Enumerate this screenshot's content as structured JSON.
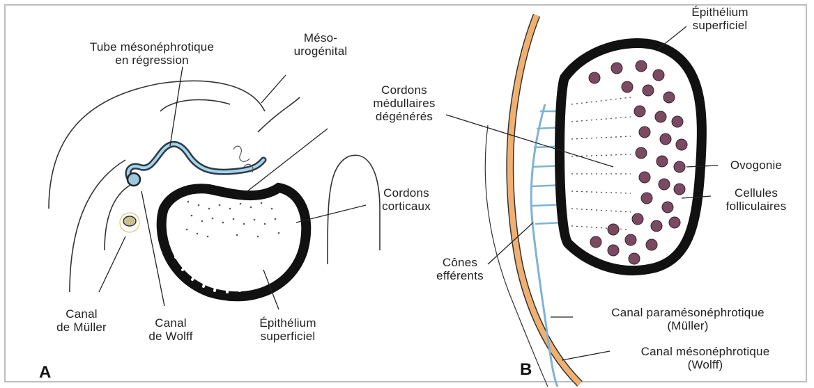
{
  "panels": {
    "a": {
      "letter": "A",
      "labels": {
        "tube_l1": "Tube mésonéphrotique",
        "tube_l2": "en régression",
        "meso_l1": "Méso-",
        "meso_l2": "urogénital",
        "cordons_corticaux_l1": "Cordons",
        "cordons_corticaux_l2": "corticaux",
        "canal_muller_l1": "Canal",
        "canal_muller_l2": "de Müller",
        "canal_wolff_l1": "Canal",
        "canal_wolff_l2": "de Wolff",
        "epithelium_l1": "Épithélium",
        "epithelium_l2": "superficiel"
      }
    },
    "b": {
      "letter": "B",
      "labels": {
        "cordons_medullaires_l1": "Cordons",
        "cordons_medullaires_l2": "médullaires",
        "cordons_medullaires_l3": "dégénérés",
        "epithelium_l1": "Épithélium",
        "epithelium_l2": "superficiel",
        "ovogonie": "Ovogonie",
        "cellules_l1": "Cellules",
        "cellules_l2": "folliculaires",
        "cones_l1": "Cônes",
        "cones_l2": "efférents",
        "canal_para_l1": "Canal paramésonéphrotique",
        "canal_para_l2": "(Müller)",
        "canal_meso_l1": "Canal mésonéphrotique",
        "canal_meso_l2": "(Wolff)"
      }
    }
  },
  "colors": {
    "outline": "#111111",
    "mullerian_duct": "#7fb3d5",
    "wolffian_duct": "#e8a866",
    "oogonia": "#7a4a60"
  }
}
